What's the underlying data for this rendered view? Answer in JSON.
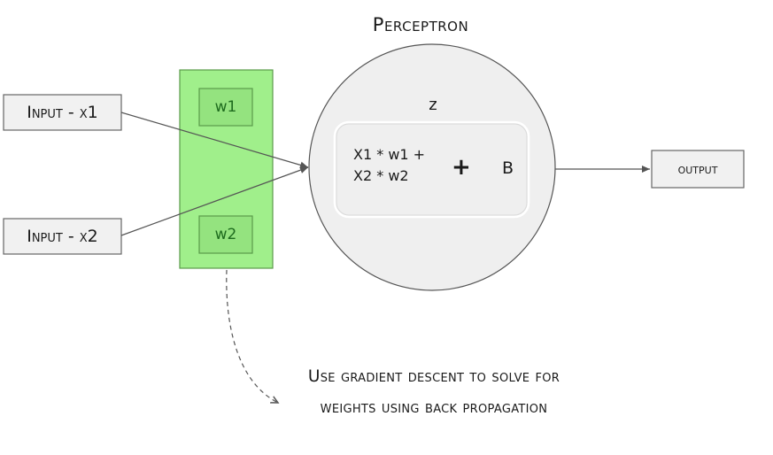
{
  "title": "Perceptron",
  "inputs": [
    {
      "label": "Input - x1"
    },
    {
      "label": "Input - x2"
    }
  ],
  "weights": [
    {
      "label": "w1"
    },
    {
      "label": "w2"
    }
  ],
  "summation": {
    "z_label": "z",
    "formula_line1": "X1 * w1 +",
    "formula_line2": "X2 * w2",
    "plus": "+",
    "bias": "B"
  },
  "output": {
    "label": "output"
  },
  "note": "Use gradient descent to solve for weights using back propagation",
  "colors": {
    "weights_fill": "#a0ef8b",
    "weights_border": "#5a9a4a",
    "weight_text": "#1e6b1e",
    "neuron_fill": "#efefef",
    "box_fill": "#f1f1f1",
    "stroke": "#555555"
  }
}
